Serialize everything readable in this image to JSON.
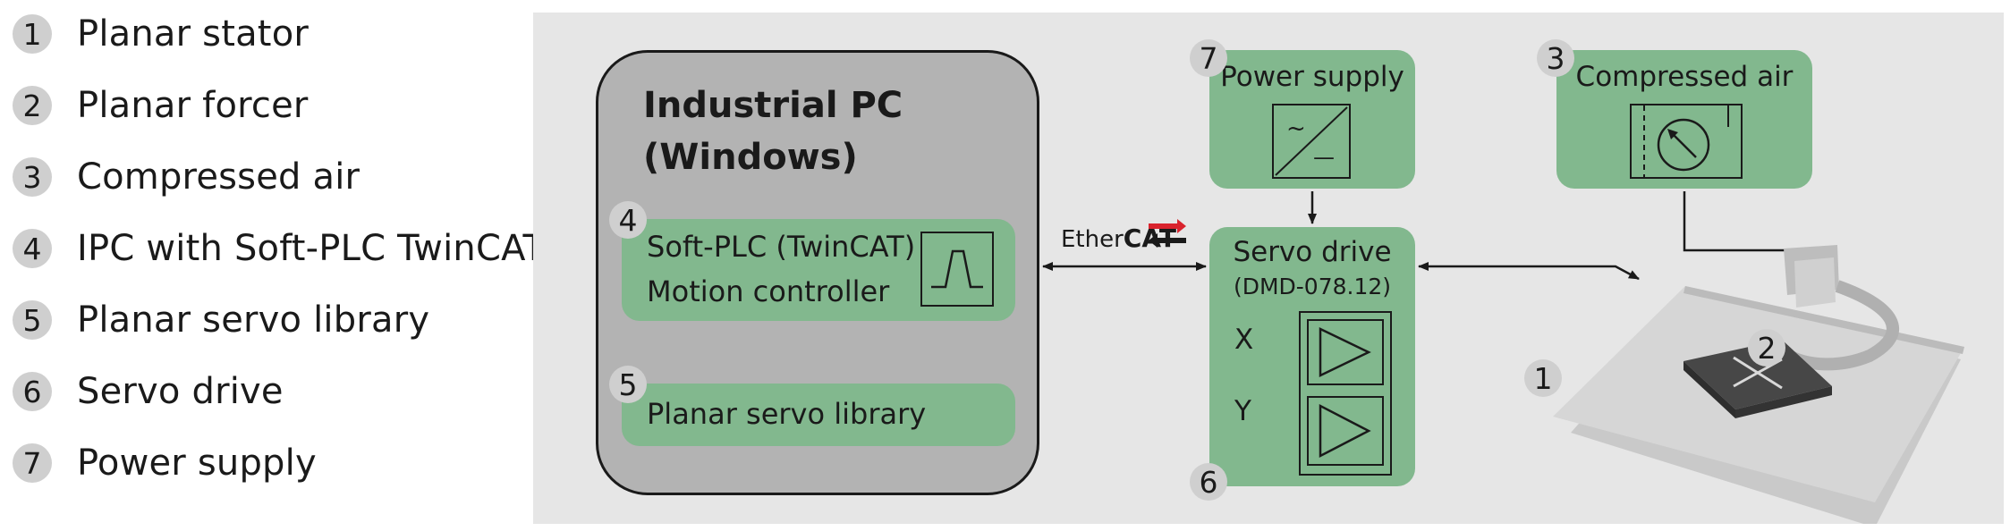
{
  "legend": [
    {
      "num": "1",
      "label": "Planar stator"
    },
    {
      "num": "2",
      "label": "Planar forcer"
    },
    {
      "num": "3",
      "label": "Compressed air"
    },
    {
      "num": "4",
      "label": "IPC with Soft-PLC TwinCAT"
    },
    {
      "num": "5",
      "label": "Planar servo library"
    },
    {
      "num": "6",
      "label": "Servo drive"
    },
    {
      "num": "7",
      "label": "Power supply"
    }
  ],
  "diagram": {
    "ipc": {
      "title_line1": "Industrial PC",
      "title_line2": "(Windows)",
      "softplc": {
        "badge": "4",
        "line1": "Soft-PLC (TwinCAT)",
        "line2": "Motion controller"
      },
      "planar_lib": {
        "badge": "5",
        "label": "Planar servo library"
      }
    },
    "power_supply": {
      "badge": "7",
      "label": "Power supply",
      "symbol_top": "~",
      "symbol_bottom": "—"
    },
    "compressed_air": {
      "badge": "3",
      "label": "Compressed air"
    },
    "servo_drive": {
      "badge": "6",
      "line1": "Servo drive",
      "line2": "(DMD-078.12)",
      "axis_x": "X",
      "axis_y": "Y"
    },
    "ethercat": {
      "part1": "Ether",
      "part2": "CAT"
    },
    "stator_badge": "1",
    "forcer_badge": "2"
  },
  "colors": {
    "panel_bg": "#e6e6e6",
    "green_box": "#82b88e",
    "ipc_gray": "#b3b3b3",
    "badge_gray": "#cfcfcf",
    "ethercat_red": "#d9232d"
  }
}
